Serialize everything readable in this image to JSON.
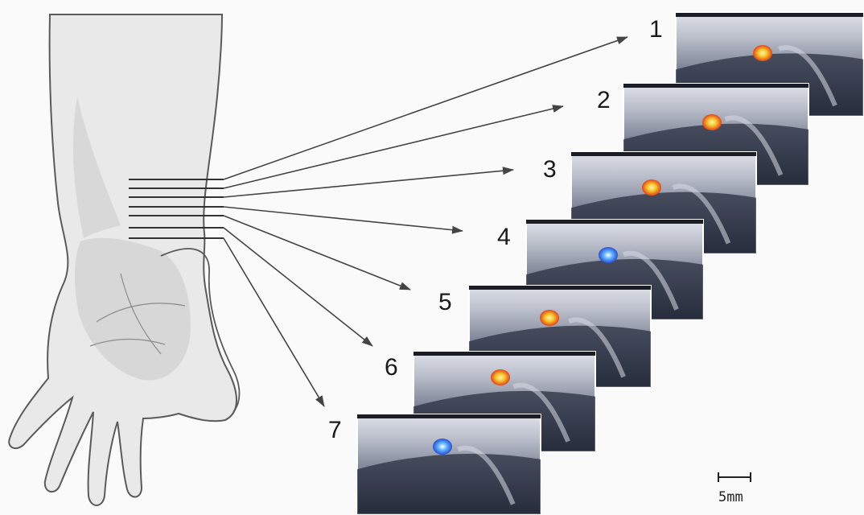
{
  "diagram": {
    "panel_labels": [
      "1",
      "2",
      "3",
      "4",
      "5",
      "6",
      "7"
    ],
    "scale_bar_label": "5mm",
    "colors": {
      "skin": "#e9e9e9",
      "skin_shadow": "#cfcfcf",
      "outline": "#5a5a5a",
      "arrow": "#444444",
      "ultrasound_dark": "#1e2330",
      "ultrasound_light": "#c8ccd6",
      "doppler_red": "#e23a1a",
      "doppler_yellow": "#f6d23a",
      "doppler_blue": "#2f6fe0"
    }
  }
}
